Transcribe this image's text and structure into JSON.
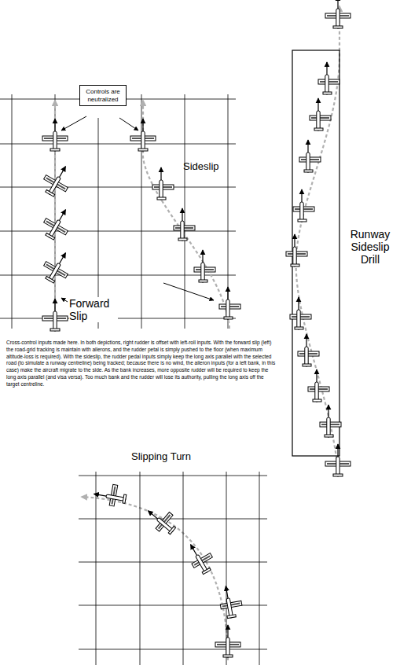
{
  "diagram": {
    "nodes": [
      {
        "text": [
          "Controls are neutralized"
        ]
      }
    ],
    "labels": [
      "Sideslip",
      "Forward Slip",
      "Runway Sideslip Drill",
      "Cross-control inputs made here.  In both depictions, right rudder is offset with left-roll inputs.  With the forward slip (left) the road-grid tracking is maintain with ailerons, and the rudder petal is simply pushed to the floor (when maximum altitude-loss is required).  With the sideslip, the rudder pedal inputs simply keep the long axis parallel with the selected road (to simulate a runway centreline) being tracked; because there is no wind, the aileron inputs (for a left bank, in this case) make the aircraft migrate to the side.  As the bank increases, more opposite rudder will be required to keep the long axis parallel (and visa versa).  Too much bank and the rudder will lose its authority, pulling the long axis off the target centreline.",
      "Slipping Turn"
    ]
  }
}
